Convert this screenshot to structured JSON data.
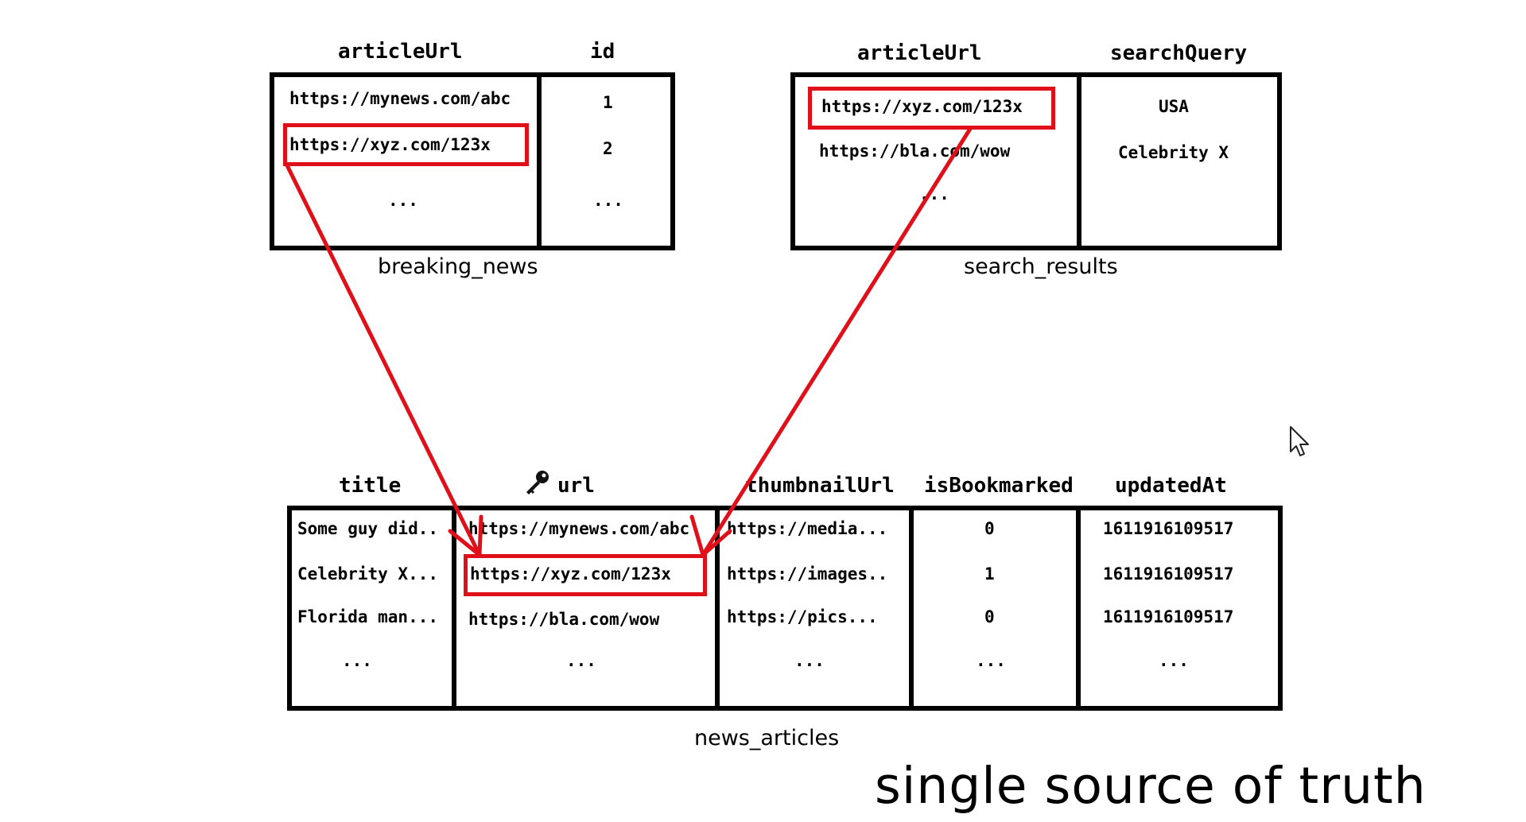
{
  "breaking_news": {
    "name": "breaking_news",
    "columns": [
      "articleUrl",
      "id"
    ],
    "rows": [
      [
        "https://mynews.com/abc",
        "1"
      ],
      [
        "https://xyz.com/123x",
        "2"
      ],
      [
        "...",
        "..."
      ]
    ]
  },
  "search_results": {
    "name": "search_results",
    "columns": [
      "articleUrl",
      "searchQuery"
    ],
    "rows": [
      [
        "https://xyz.com/123x",
        "USA"
      ],
      [
        "https://bla.com/wow",
        "Celebrity X"
      ],
      [
        "...",
        ""
      ]
    ]
  },
  "news_articles": {
    "name": "news_articles",
    "columns": [
      "title",
      "url",
      "thumbnailUrl",
      "isBookmarked",
      "updatedAt"
    ],
    "key_icon": "key-icon",
    "rows": [
      [
        "Some guy did..",
        "https://mynews.com/abc",
        "https://media...",
        "0",
        "1611916109517"
      ],
      [
        "Celebrity X...",
        "https://xyz.com/123x",
        "https://images..",
        "1",
        "1611916109517"
      ],
      [
        "Florida man...",
        "https://bla.com/wow",
        "https://pics...",
        "0",
        "1611916109517"
      ],
      [
        "...",
        "...",
        "...",
        "...",
        "..."
      ]
    ]
  },
  "caption": "single source of truth",
  "colors": {
    "highlight": "#e0101a",
    "border": "#000000",
    "background": "#ffffff"
  },
  "icons": {
    "cursor": "mouse-pointer-icon",
    "key": "key-icon"
  }
}
